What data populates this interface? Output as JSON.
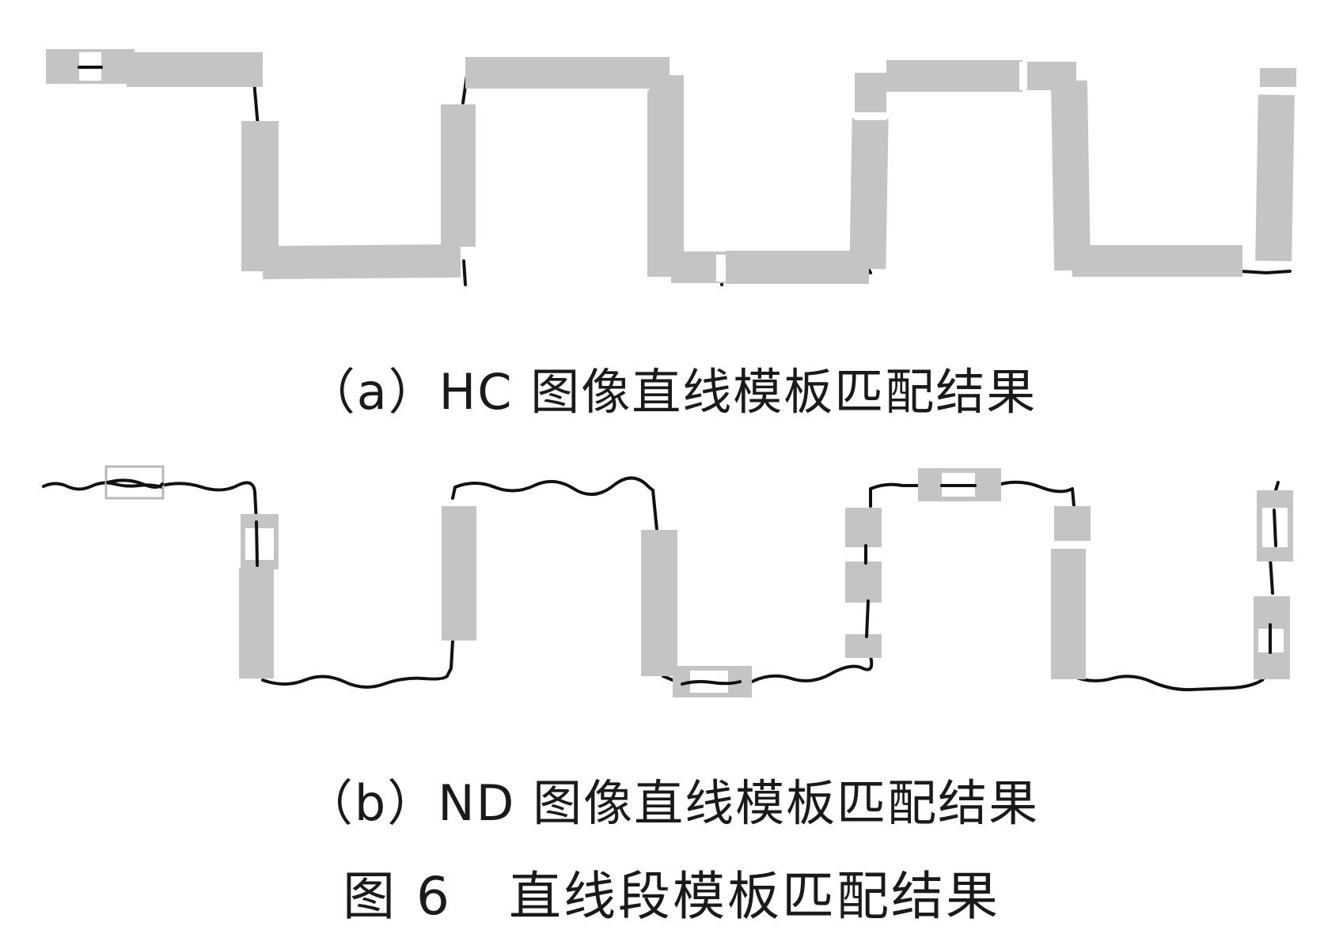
{
  "figure": {
    "panel_a_caption": "（a）HC 图像直线模板匹配结果",
    "panel_b_caption": "（b）ND 图像直线模板匹配结果",
    "title": "图 6   直线段模板匹配结果"
  },
  "colors": {
    "template_block": "#c4c4c4",
    "trace_line": "#111111",
    "background": "#ffffff"
  }
}
